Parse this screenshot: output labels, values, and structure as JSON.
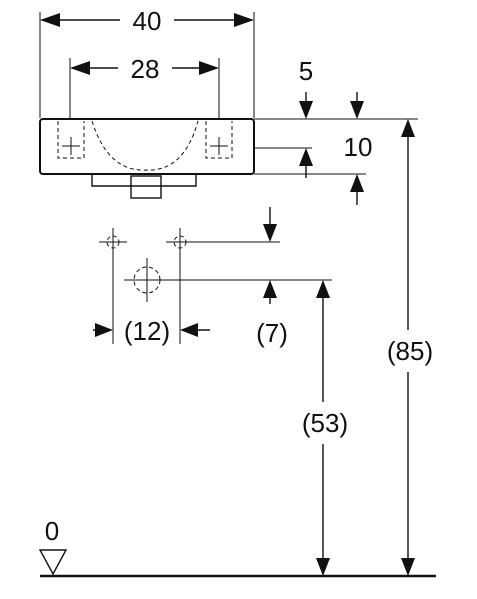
{
  "dimensions": {
    "overall_width": "40",
    "tap_hole_spacing": "28",
    "top_offset": "5",
    "rim_height": "10",
    "supply_spacing": "(12)",
    "supply_offset": "(7)",
    "waste_height": "(53)",
    "total_height": "(85)",
    "floor_level": "0"
  },
  "colors": {
    "line": "#111111",
    "background": "#ffffff"
  }
}
